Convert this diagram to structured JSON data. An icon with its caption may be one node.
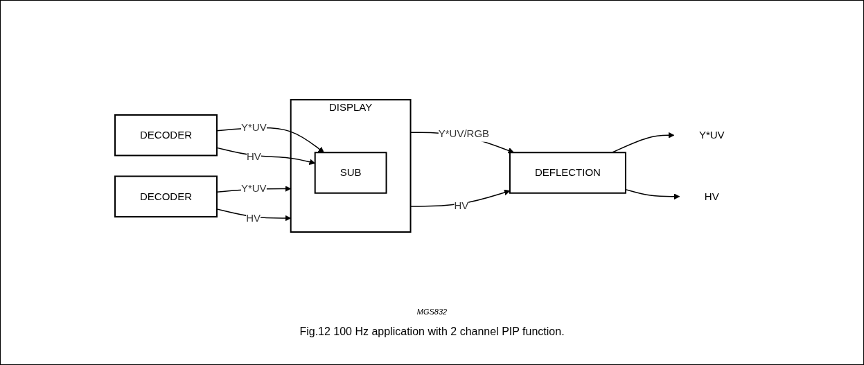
{
  "diagram": {
    "caption": "Fig.12  100 Hz application with 2 channel PIP function.",
    "nodes": [
      {
        "text": [
          "DECODER"
        ]
      },
      {
        "text": [
          "DISPLAY"
        ]
      },
      {
        "text": [
          "SUB"
        ],
        "in": 1
      },
      {
        "text": [
          "DECODER"
        ]
      },
      {
        "text": [
          "DEFLECTION"
        ]
      },
      {
        "text": [
          "Y*UV"
        ]
      },
      {
        "text": [
          "HV"
        ]
      }
    ],
    "edges": [
      {
        "from": 0,
        "to": 2,
        "arrow": "to",
        "label": "Y*UV"
      },
      {
        "from": 0,
        "to": 2,
        "arrow": "to",
        "label": "HV"
      },
      {
        "from": 3,
        "to": 1,
        "arrow": "to",
        "label": "Y*UV"
      },
      {
        "from": 3,
        "to": 1,
        "arrow": "to",
        "label": "HV"
      },
      {
        "from": 1,
        "to": 4,
        "arrow": "to",
        "label": "Y*UV/RGB"
      },
      {
        "from": 1,
        "to": 4,
        "arrow": "to",
        "label": "HV"
      },
      {
        "from": 4,
        "to": 5,
        "arrow": "to"
      },
      {
        "from": 4,
        "to": 6,
        "arrow": "to"
      }
    ],
    "labels": [
      "MGS832"
    ]
  }
}
